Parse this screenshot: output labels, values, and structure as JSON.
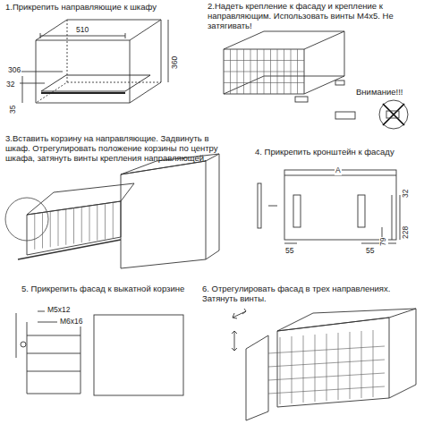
{
  "diagram": {
    "labels": [
      "1.Прикрепить направляющие к шкафу",
      "510",
      "306",
      "32",
      "35",
      "360",
      "2.Надеть крепление к фасаду и крепление к направляющим. Использовать винты М4х5. Не затягивать!",
      "Внимание!!!",
      "3.Вставить корзину на направляющие. Задвинуть в шкаф. Отрегулировать положение корзины по центру шкафа, затянуть винты крепления направляющей.",
      "4. Прикрепить кронштейн к фасаду",
      "A",
      "32",
      "228",
      "79",
      "55",
      "55",
      "5. Прикрепить фасад к выкатной корзине",
      "M5x12",
      "M6x16",
      "6. Отрегулировать фасад в трех направлениях. Затянуть винты."
    ]
  }
}
